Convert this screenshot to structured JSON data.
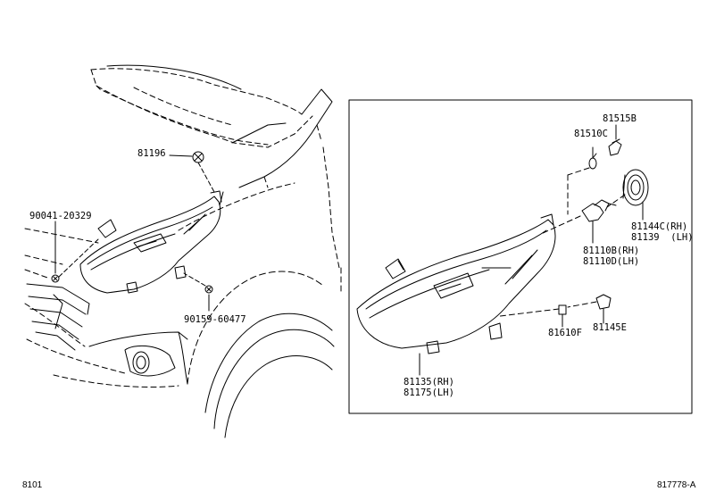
{
  "labels": {
    "p81196": "81196",
    "p90041": "90041-20329",
    "p90159": "90159-60477",
    "p81515b": "81515B",
    "p81510c": "81510C",
    "p81144c": "81144C(RH)",
    "p81139": "81139  (LH)",
    "p81110b": "81110B(RH)",
    "p81110d": "81110D(LH)",
    "p81145e": "81145E",
    "p81610f": "81610F",
    "p81135": "81135(RH)",
    "p81175": "81175(LH)"
  },
  "footer": {
    "page_code": "8101",
    "drawing_id": "817778-A"
  }
}
